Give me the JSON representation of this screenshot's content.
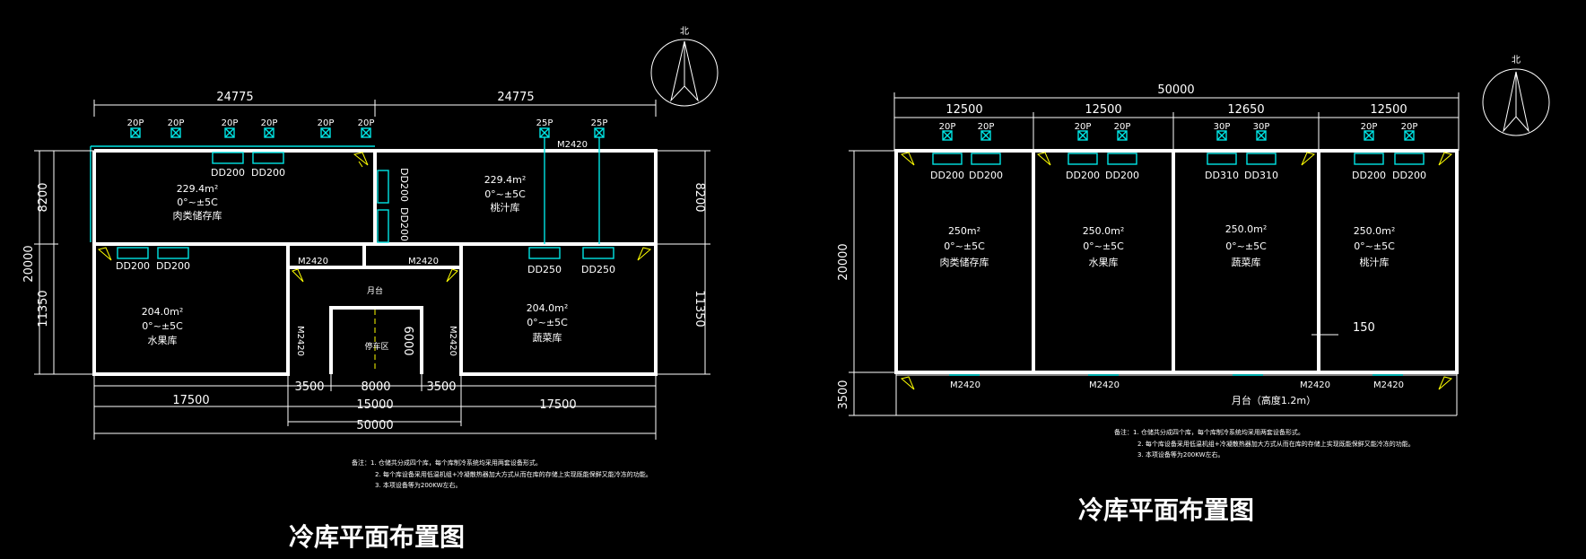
{
  "plan1": {
    "title": "冷库平面布置图",
    "north": "北",
    "top_dims": [
      "24775",
      "24775"
    ],
    "bottom_dims": {
      "sides": [
        "17500",
        "17500"
      ],
      "middle": "15000",
      "pass": [
        "3500",
        "8000",
        "3500"
      ],
      "total": "50000"
    },
    "left_dims": {
      "total": "20000",
      "upper": "8200",
      "lower": "11350"
    },
    "right_dims": {
      "upper": "8200",
      "lower": "11350"
    },
    "rooms": [
      {
        "area": "229.4m²",
        "temp": "0°~±5C",
        "name": "肉类储存库"
      },
      {
        "area": "229.4m²",
        "temp": "0°~±5C",
        "name": "桃汁库"
      },
      {
        "area": "204.0m²",
        "temp": "0°~±5C",
        "name": "水果库"
      },
      {
        "area": "204.0m²",
        "temp": "0°~±5C",
        "name": "蔬菜库"
      }
    ],
    "platform": "月台",
    "parking": "停车区",
    "parking_dim": "6000",
    "switches": [
      "20P",
      "20P",
      "20P",
      "20P",
      "20P",
      "20P",
      "25P",
      "25P"
    ],
    "units_top": [
      "DD200",
      "DD200"
    ],
    "units_vertical": [
      "DD200",
      "DD200"
    ],
    "units_mid_left": [
      "DD200",
      "DD200"
    ],
    "units_mid_right": [
      "DD250",
      "DD250"
    ],
    "doors": [
      "M2420",
      "M2420",
      "M2420",
      "M2420",
      "M2420"
    ],
    "notes": [
      "备注：1. 仓储共分成四个库，每个库制冷系统均采用两套设备形式。",
      "2. 每个库设备采用低温机组+冷凝散热器加大方式从而在库的存储上实现既能保鲜又能冷冻的功能。",
      "3. 本项设备等为200KW左右。"
    ]
  },
  "plan2": {
    "title": "冷库平面布置图",
    "north": "北",
    "total_width": "50000",
    "segments": [
      "12500",
      "12500",
      "12650",
      "12500"
    ],
    "left_dims": {
      "total": "20000",
      "platform": "3500"
    },
    "partition_dim": "150",
    "switches": [
      "20P",
      "20P",
      "20P",
      "20P",
      "30P",
      "30P",
      "20P",
      "20P"
    ],
    "units": [
      "DD200",
      "DD200",
      "DD200",
      "DD200",
      "DD310",
      "DD310",
      "DD200",
      "DD200"
    ],
    "rooms": [
      {
        "area": "250m²",
        "temp": "0°~±5C",
        "name": "肉类储存库"
      },
      {
        "area": "250.0m²",
        "temp": "0°~±5C",
        "name": "水果库"
      },
      {
        "area": "250.0m²",
        "temp": "0°~±5C",
        "name": "蔬菜库"
      },
      {
        "area": "250.0m²",
        "temp": "0°~±5C",
        "name": "桃汁库"
      }
    ],
    "doors": [
      "M2420",
      "M2420",
      "M2420",
      "M2420"
    ],
    "platform": "月台（高度1.2m）",
    "notes": [
      "备注：1. 仓储共分成四个库，每个库制冷系统均采用两套设备形式。",
      "2. 每个库设备采用低温机组+冷凝散热器加大方式从而在库的存储上实现既能保鲜又能冷冻的功能。",
      "3. 本项设备等为200KW左右。"
    ]
  },
  "colors": {
    "wall": "#ffffff",
    "equipment": "#00e5e5",
    "door_arc": "#ffff00"
  }
}
